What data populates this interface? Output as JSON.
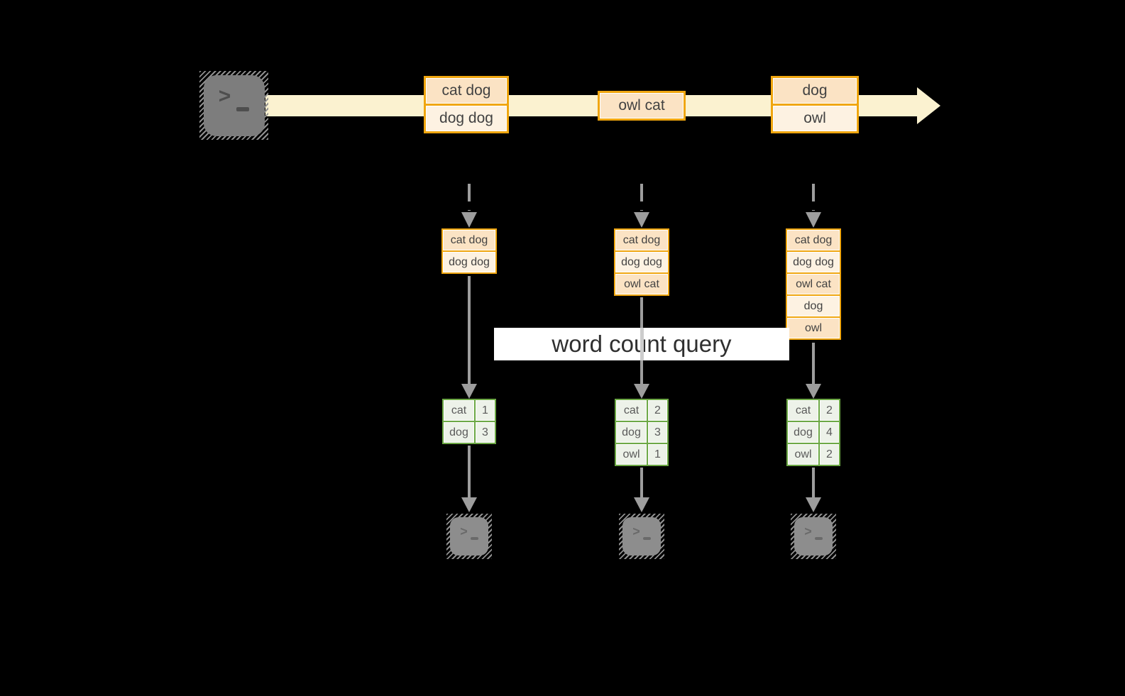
{
  "query_label": "word count query",
  "timeline_events": [
    {
      "lines": [
        "cat dog",
        "dog dog"
      ]
    },
    {
      "lines": [
        "owl cat"
      ]
    },
    {
      "lines": [
        "dog",
        "owl"
      ]
    }
  ],
  "columns": [
    {
      "batch": [
        "cat dog",
        "dog dog"
      ],
      "result": [
        {
          "word": "cat",
          "count": "1"
        },
        {
          "word": "dog",
          "count": "3"
        }
      ]
    },
    {
      "batch": [
        "cat dog",
        "dog dog",
        "owl cat"
      ],
      "result": [
        {
          "word": "cat",
          "count": "2"
        },
        {
          "word": "dog",
          "count": "3"
        },
        {
          "word": "owl",
          "count": "1"
        }
      ]
    },
    {
      "batch": [
        "cat dog",
        "dog dog",
        "owl cat",
        "dog",
        "owl"
      ],
      "result": [
        {
          "word": "cat",
          "count": "2"
        },
        {
          "word": "dog",
          "count": "4"
        },
        {
          "word": "owl",
          "count": "2"
        }
      ]
    }
  ],
  "icons": {
    "source": "terminal-icon",
    "sinks": [
      "terminal-icon",
      "terminal-icon",
      "terminal-icon"
    ]
  },
  "palette": {
    "background": "#000000",
    "stream_band": "#fbf2d0",
    "event_border": "#f0a60f",
    "event_fill_dark": "#fbe3c4",
    "event_fill_light": "#fdf2e2",
    "result_border": "#6ca845",
    "result_fill": "#edf2e9",
    "arrow_gray": "#9d9d9d",
    "label_background": "#ffffff"
  }
}
